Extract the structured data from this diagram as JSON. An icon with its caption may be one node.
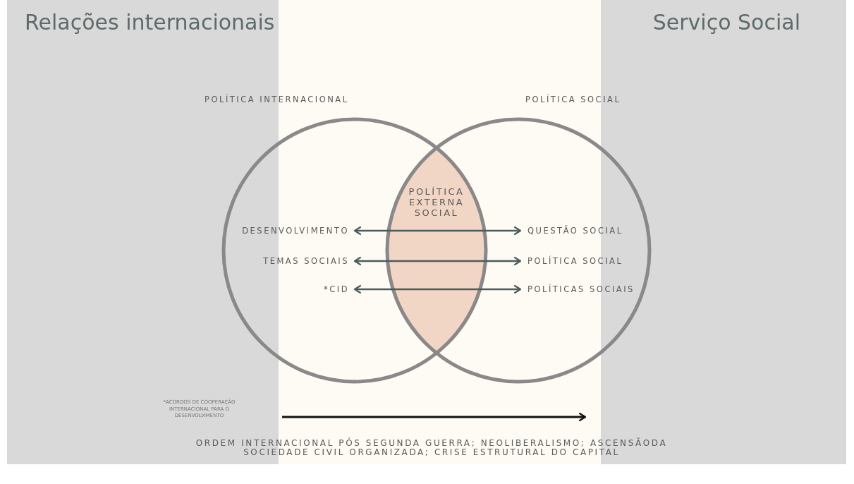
{
  "diagram": {
    "nodes": [
      {
        "text": [
          "POLÍTICA INTERNACIONAL"
        ]
      },
      {
        "text": [
          "POLÍTICA SOCIAL"
        ]
      },
      {
        "text": [
          "POLÍTICA EXTERNA SOCIAL"
        ]
      },
      {
        "text": [
          "DESENVOLVIMENTO"
        ],
        "in": 0
      },
      {
        "text": [
          "QUESTÃO SOCIAL"
        ],
        "in": 1
      },
      {
        "text": [
          "TEMAS SOCIAIS"
        ],
        "in": 0
      },
      {
        "text": [
          "POLÍTICA SOCIAL"
        ],
        "in": 1
      },
      {
        "text": [
          "*CID"
        ],
        "in": 0
      },
      {
        "text": [
          "POLÍTICAS SOCIAIS"
        ],
        "in": 1
      }
    ],
    "edges": [
      {
        "from": 3,
        "to": 4,
        "arrow": "both"
      },
      {
        "from": 5,
        "to": 6,
        "arrow": "both"
      },
      {
        "from": 7,
        "to": 8,
        "arrow": "both"
      }
    ],
    "labels": [
      "Relações internacionais",
      "Serviço Social",
      "*ACORDOS DE COOPERAÇÃO INTERNACIONAL PARA O DESENVOLVIMENTO",
      "ORDEM INTERNACIONAL PÓS SEGUNDA GUERRA; NEOLIBERALISMO; ASCENSÃODA SOCIEDADE CIVIL ORGANIZADA; CRISE ESTRUTURAL DO CAPITAL"
    ]
  }
}
